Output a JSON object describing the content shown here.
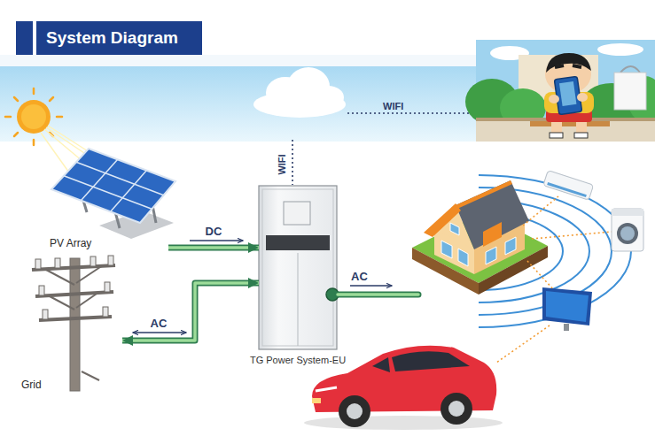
{
  "diagram": {
    "title": "System Diagram",
    "nodes": [
      {
        "text": [
          "PV Array"
        ]
      },
      {
        "text": [
          "Grid"
        ]
      },
      {
        "text": [
          "TG Power System-EU"
        ]
      }
    ],
    "edges": [
      {
        "from": 0,
        "to": 2,
        "label": "DC",
        "arrow": "to"
      },
      {
        "from": 1,
        "to": 2,
        "label": "AC",
        "arrow": "both"
      }
    ],
    "labels": [
      "WIFI",
      "WIFI",
      "AC"
    ]
  }
}
